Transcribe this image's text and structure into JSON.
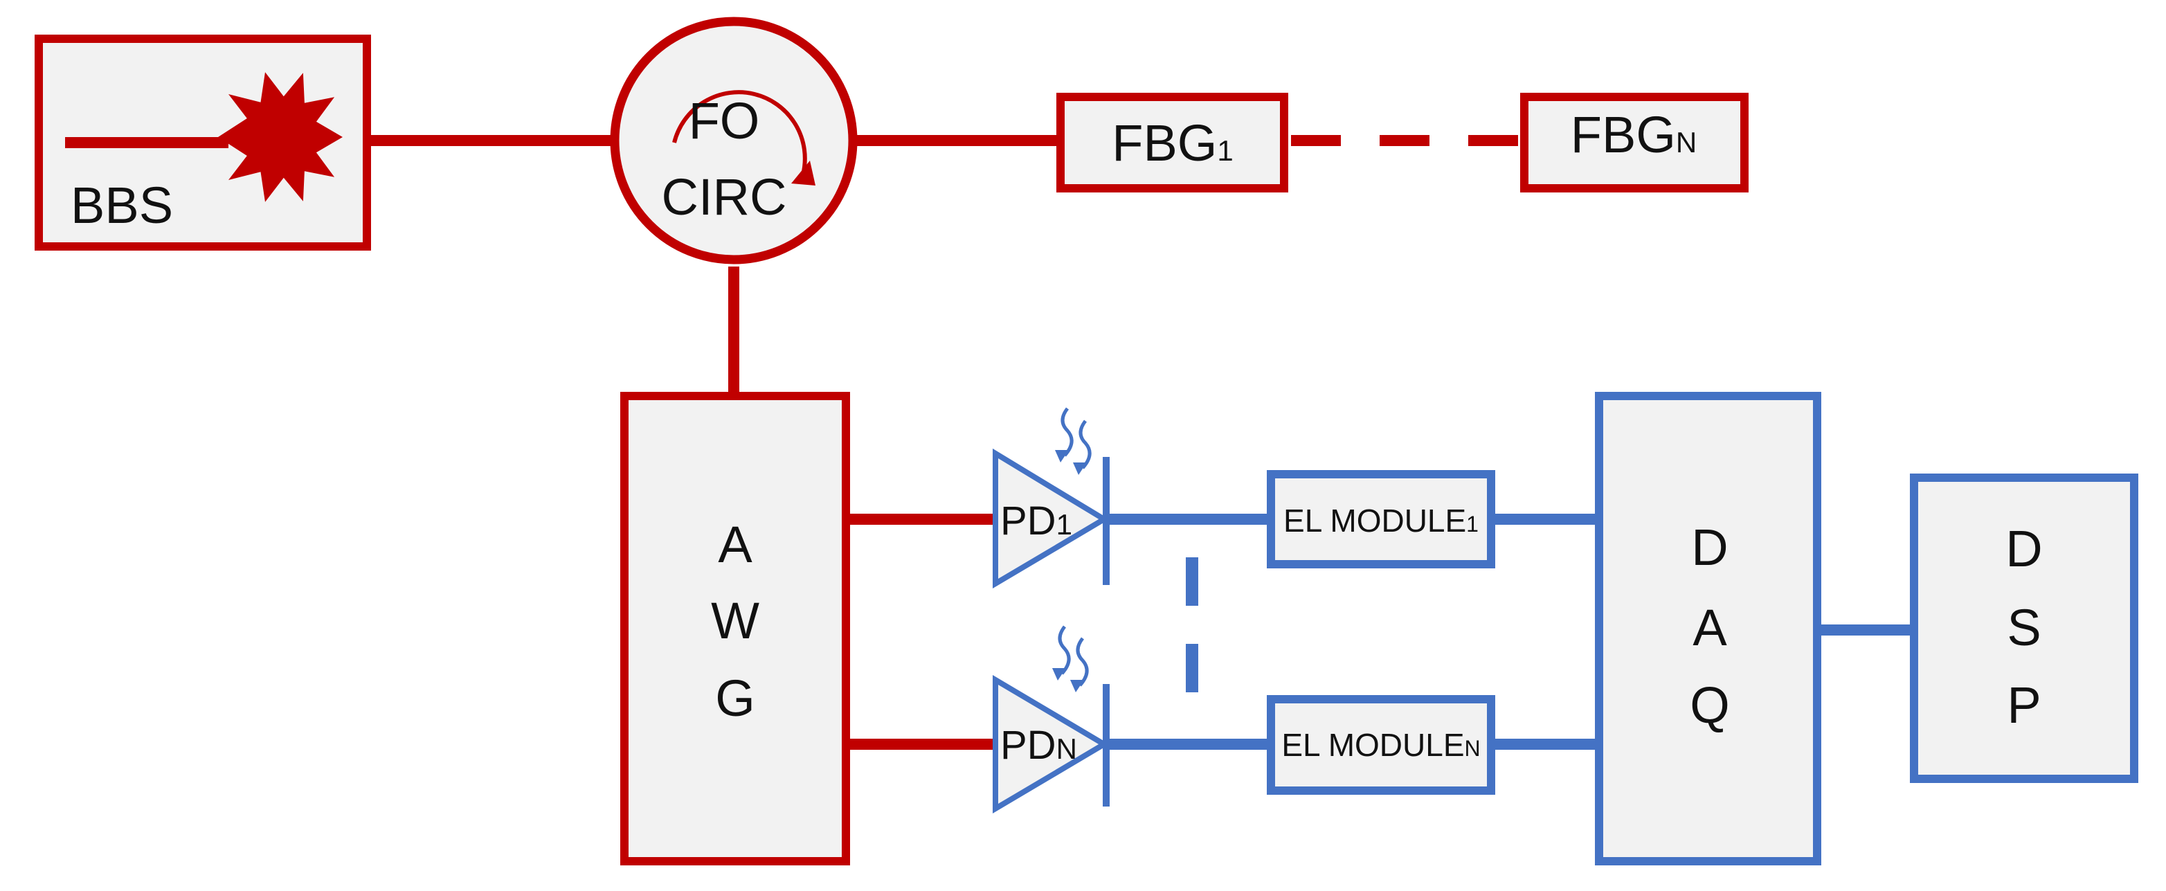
{
  "colors": {
    "optical": "#C00000",
    "electrical": "#4472C4",
    "box_fill": "#F2F2F2",
    "text": "#111111"
  },
  "labels": {
    "bbs": "BBS",
    "fo_circ_line1": "FO",
    "fo_circ_line2": "CIRC",
    "fbg1_main": "FBG",
    "fbg1_sub": "1",
    "fbgn_main": "FBG",
    "fbgn_sub": "N",
    "awg": [
      "A",
      "W",
      "G"
    ],
    "pd1_main": "PD",
    "pd1_sub": "1",
    "pdn_main": "PD",
    "pdn_sub": "N",
    "el1_main": "EL MODULE",
    "el1_sub": "1",
    "eln_main": "EL MODULE",
    "eln_sub": "N",
    "daq": [
      "D",
      "A",
      "Q"
    ],
    "dsp": [
      "D",
      "S",
      "P"
    ]
  },
  "icons": {
    "light_source": "starburst-icon",
    "circulator_arrow": "circular-arrow-icon",
    "incident_light": "wavy-arrows-icon",
    "photodiode": "photodiode-symbol-icon"
  }
}
